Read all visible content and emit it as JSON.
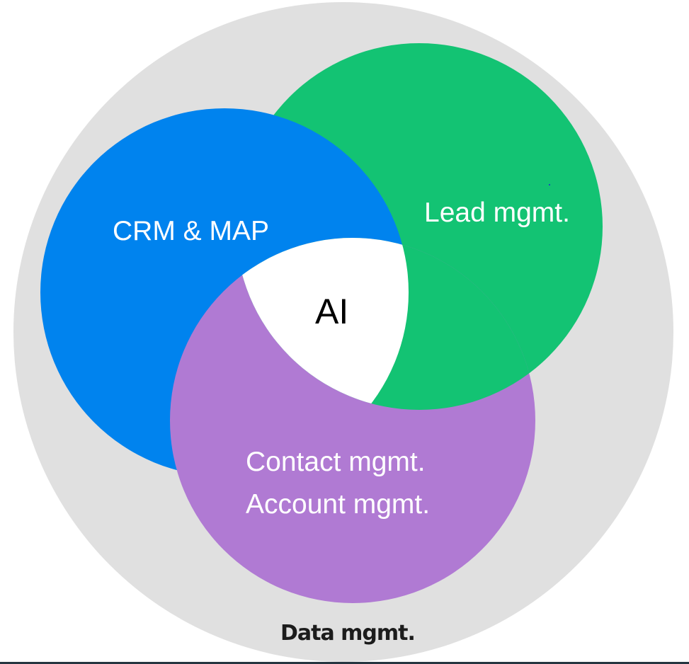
{
  "diagram": {
    "type": "venn",
    "colors": {
      "outer": "#e0e0e0",
      "crm": "#0083ee",
      "lead": "#13c373",
      "contact": "#b07ad3",
      "center": "#ffffff",
      "bottom_bar": "#253540"
    },
    "outer": {
      "label": "Data mgmt."
    },
    "sets": [
      {
        "id": "crm",
        "label": "CRM & MAP"
      },
      {
        "id": "lead",
        "label": "Lead mgmt."
      },
      {
        "id": "contact",
        "lines": [
          "Contact mgmt.",
          "Account mgmt."
        ]
      }
    ],
    "center": {
      "label": "AI"
    }
  }
}
